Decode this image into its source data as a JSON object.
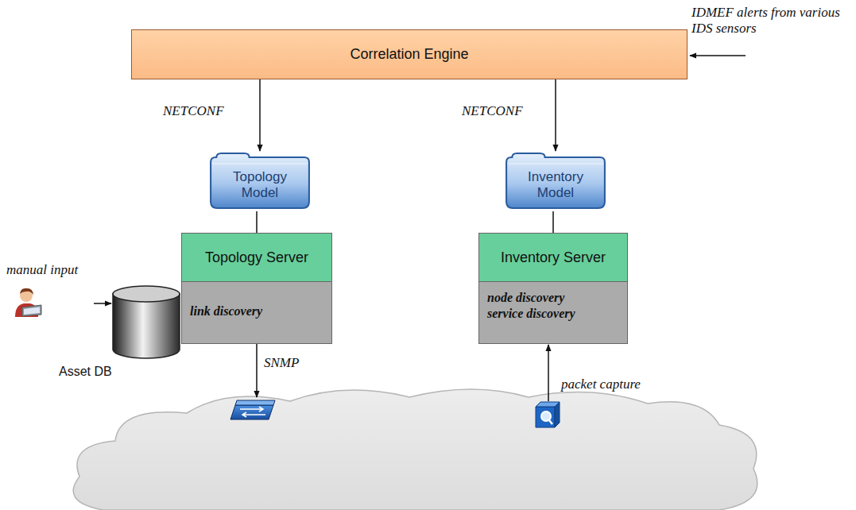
{
  "diagram": {
    "nodes": [
      {
        "text": [
          "Correlation Engine"
        ]
      },
      {
        "text": [
          "Topology Model"
        ]
      },
      {
        "text": [
          "Inventory Model"
        ]
      },
      {
        "text": [
          "Topology Server"
        ]
      },
      {
        "text": [
          "link discovery"
        ]
      },
      {
        "text": [
          "Inventory Server"
        ]
      },
      {
        "text": [
          "node discovery service discovery"
        ]
      },
      {
        "text": [
          "Asset DB"
        ]
      },
      {
        "text": [
          "manual input"
        ]
      }
    ],
    "edges": [
      {
        "from": 0,
        "to": 1,
        "arrow": "to",
        "label": "NETCONF"
      },
      {
        "from": 0,
        "to": 2,
        "arrow": "to",
        "label": "NETCONF"
      },
      {
        "from": 1,
        "to": 3,
        "arrow": "none"
      },
      {
        "from": 2,
        "to": 5,
        "arrow": "none"
      },
      {
        "from": 8,
        "to": 7,
        "arrow": "to"
      }
    ],
    "labels": [
      "IDMEF alerts from various IDS sensors",
      "SNMP",
      "packet capture"
    ]
  }
}
